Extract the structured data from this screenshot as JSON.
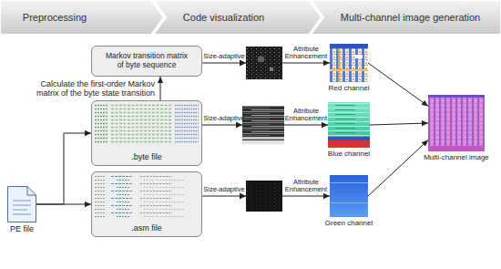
{
  "diagram": {
    "nodes": [
      {
        "text": [
          "Preprocessing"
        ]
      },
      {
        "text": [
          "Code visualization"
        ]
      },
      {
        "text": [
          "Multi-channel image generation"
        ]
      },
      {
        "text": [
          "Markov transition matrix of byte sequence"
        ]
      },
      {
        "text": [
          "Red channel"
        ]
      },
      {
        "text": [
          ".byte file"
        ]
      },
      {
        "text": [
          "Blue channel"
        ]
      },
      {
        "text": [
          "Multi-channel image"
        ]
      },
      {
        "text": [
          "PE file"
        ]
      },
      {
        "text": [
          ".asm file"
        ]
      },
      {
        "text": [
          "Green channel"
        ]
      }
    ],
    "edges": [
      {
        "from": 8,
        "to": 5,
        "arrow": "to"
      },
      {
        "from": 8,
        "to": 9,
        "arrow": "to"
      },
      {
        "from": 5,
        "to": 3,
        "label": "Calculate the first-order Markov matrix of the byte state transition",
        "arrow": "to"
      },
      {
        "from": 3,
        "to": 4,
        "label": "Attribute Enhancement",
        "arrow": "to"
      },
      {
        "from": 5,
        "to": 6,
        "label": "Attribute Enhancement",
        "arrow": "to"
      },
      {
        "from": 9,
        "to": 10,
        "label": "Attribute Enhancement",
        "arrow": "to"
      },
      {
        "from": 4,
        "to": 7,
        "arrow": "to"
      },
      {
        "from": 6,
        "to": 7,
        "arrow": "to"
      },
      {
        "from": 10,
        "to": 7,
        "arrow": "to"
      }
    ],
    "labels": [
      "Size-adaptive",
      "Size-adaptive",
      "Size-adaptive"
    ]
  }
}
